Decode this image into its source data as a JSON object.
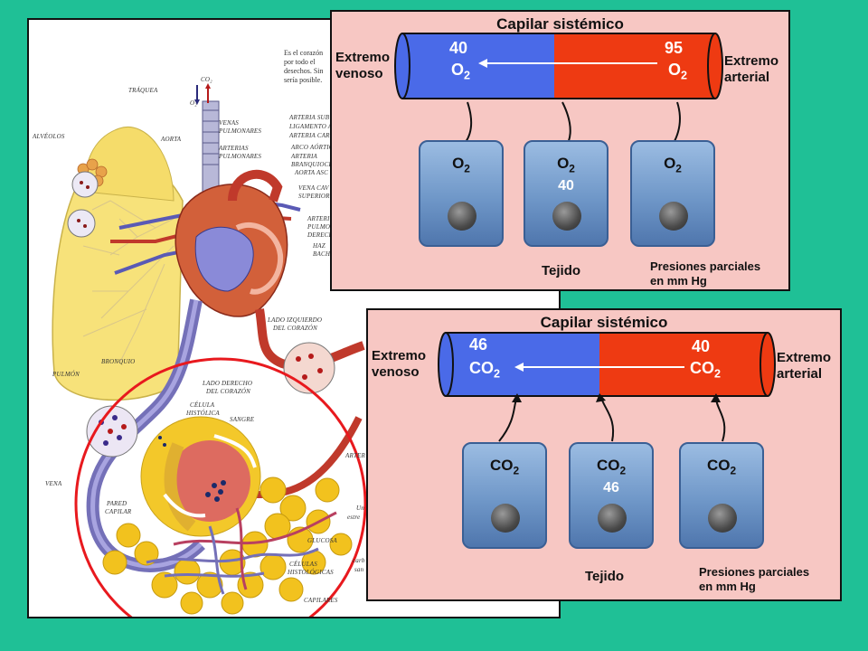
{
  "illustration": {
    "intro_text": [
      "Es el corazón",
      "por todo el",
      "desechos. Sin",
      "sería posible."
    ],
    "labels": {
      "traquea": "TRÁQUEA",
      "co2": "CO₂",
      "o2": "O₂",
      "alveolos": "ALVÉOLOS",
      "aorta": "AORTA",
      "venas_pulmonares": [
        "VENAS",
        "PULMONARES"
      ],
      "arterias_pulmonares": [
        "ARTERIAS",
        "PULMONARES"
      ],
      "arteria_sub": "ARTERIA SUB",
      "ligamento": "LIGAMENTO A",
      "arteria_car": "ARTERIA CAR",
      "arco_aortico": "ARCO AÓRTIC",
      "arteria": "ARTERIA",
      "branquio": "BRANQUIOCE",
      "aorta_asc": "AORTA ASC",
      "vena_cava": [
        "VENA CAV",
        "SUPERIOR"
      ],
      "arteri": [
        "ARTERI",
        "PULMO",
        "DERECH"
      ],
      "haz": [
        "HAZ",
        "BACH"
      ],
      "lado_izquierdo": [
        "LADO IZQUIERDO",
        "DEL CORAZÓN"
      ],
      "pulmon": "PULMÓN",
      "bronquio": "BRONQUIO",
      "lado_derecho": [
        "LADO DERECHO",
        "DEL CORAZÓN"
      ],
      "celula_histolica": [
        "CÉLULA",
        "HISTÓLICA"
      ],
      "sangre": "SANGRE",
      "arter": "ARTER",
      "vena": "VENA",
      "pared_capilar": [
        "PARED",
        "CAPILAR"
      ],
      "glucosa": "GLUCOSA",
      "celulas_histologicas": [
        "CÉLULAS",
        "HISTOLÓGICAS"
      ],
      "capilares": "CAPILARES",
      "side_text": [
        "Un",
        "estre",
        "carb",
        "san"
      ]
    }
  },
  "panels": [
    {
      "title": "Capilar sistémico",
      "left_end": [
        "Extremo",
        "venoso"
      ],
      "right_end": [
        "Extremo",
        "arterial"
      ],
      "venous_value": "40",
      "arterial_value": "95",
      "gas": "O",
      "gas_sub": "2",
      "cells": [
        {
          "gas": "O",
          "sub": "2",
          "value": ""
        },
        {
          "gas": "O",
          "sub": "2",
          "value": "40"
        },
        {
          "gas": "O",
          "sub": "2",
          "value": ""
        }
      ],
      "tissue_label": "Tejido",
      "note": [
        "Presiones parciales",
        "en mm Hg"
      ]
    },
    {
      "title": "Capilar sistémico",
      "left_end": [
        "Extremo",
        "venoso"
      ],
      "right_end": [
        "Extremo",
        "arterial"
      ],
      "venous_value": "46",
      "arterial_value": "40",
      "gas": "CO",
      "gas_sub": "2",
      "cells": [
        {
          "gas": "CO",
          "sub": "2",
          "value": ""
        },
        {
          "gas": "CO",
          "sub": "2",
          "value": "46"
        },
        {
          "gas": "CO",
          "sub": "2",
          "value": ""
        }
      ],
      "tissue_label": "Tejido",
      "note": [
        "Presiones parciales",
        "en mm Hg"
      ]
    }
  ],
  "colors": {
    "background": "#1fc096",
    "venous": "#4a6ae8",
    "arterial": "#ee3a12",
    "panel": "#f7c7c3",
    "highlight_circle": "#e8191e"
  }
}
